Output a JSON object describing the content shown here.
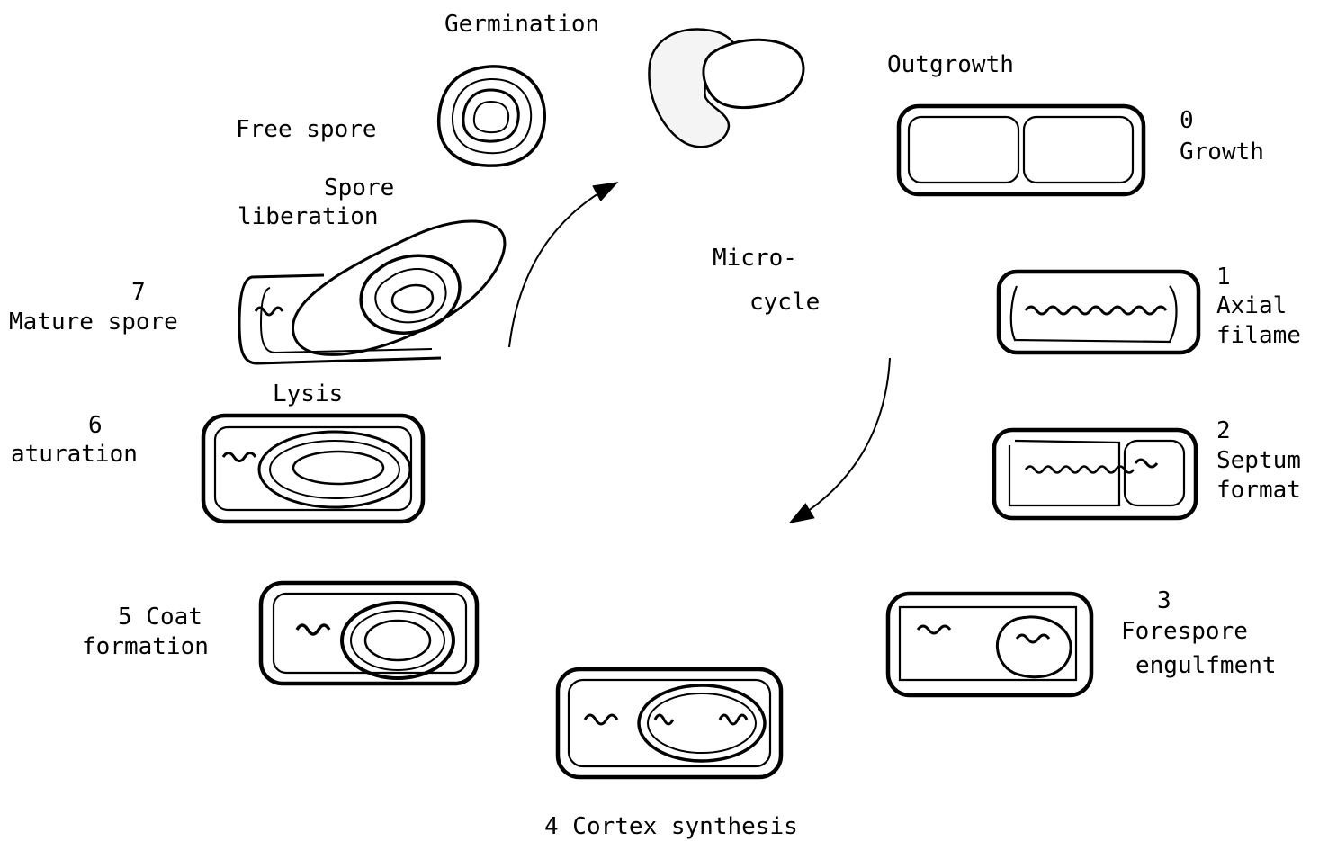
{
  "labels": {
    "germination": "Germination",
    "outgrowth": "Outgrowth",
    "free_spore": "Free spore",
    "spore_liberation_1": "Spore",
    "spore_liberation_2": "liberation",
    "micro_1": "Micro-",
    "micro_2": "cycle",
    "stage0_num": "0",
    "stage0_name": "Growth",
    "stage1_num": "1",
    "stage1_name_1": "Axial",
    "stage1_name_2": "filame",
    "stage2_num": "2",
    "stage2_name_1": "Septum",
    "stage2_name_2": "format",
    "stage3_num": "3",
    "stage3_name_1": "Forespore",
    "stage3_name_2": "engulfment",
    "stage4": "4 Cortex synthesis",
    "stage5_1": "5  Coat",
    "stage5_2": "formation",
    "stage6_num": "6",
    "stage6_name": "aturation",
    "lysis": "Lysis",
    "stage7_num": "7",
    "stage7_name": "Mature spore"
  },
  "colors": {
    "ink": "#000000",
    "background": "#ffffff"
  }
}
